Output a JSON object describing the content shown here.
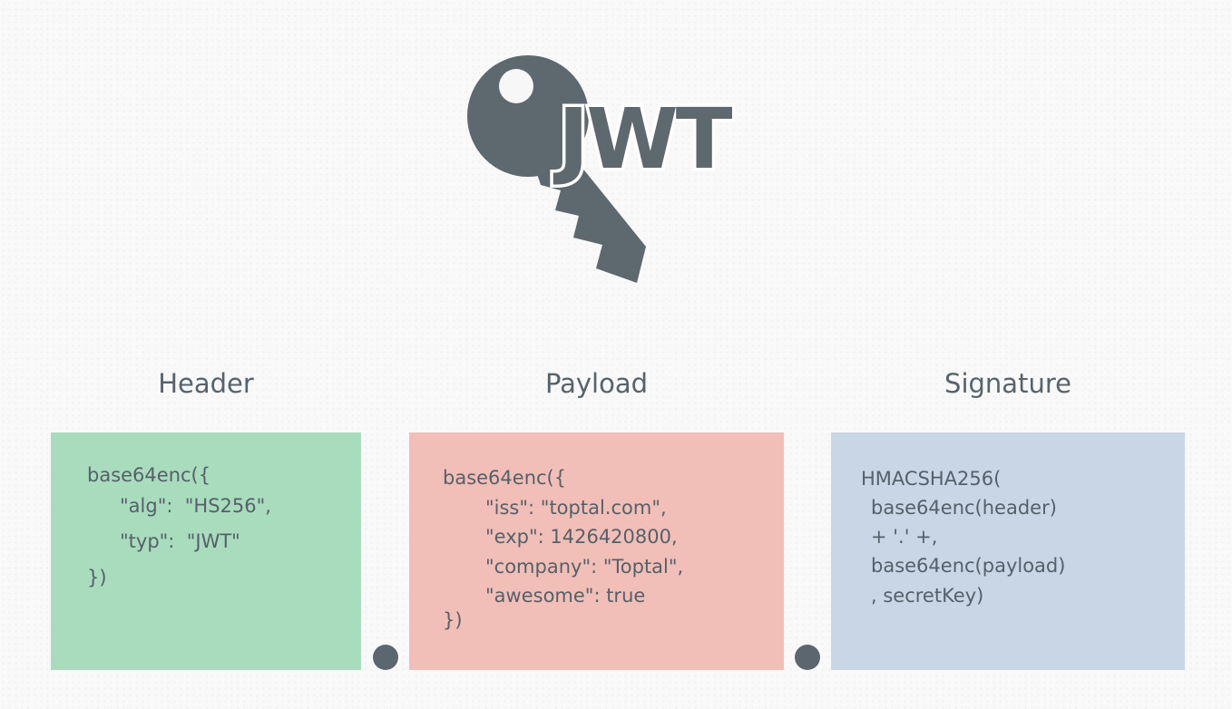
{
  "logo": {
    "text": "JWT",
    "color": "#5e686f"
  },
  "parts": {
    "header": {
      "title": "Header",
      "color": "#a8dcbd",
      "lines": [
        "base64enc({",
        "\"alg\":  \"HS256\",",
        "\"typ\":  \"JWT\"",
        "})"
      ]
    },
    "payload": {
      "title": "Payload",
      "color": "#f1bfb7",
      "lines": [
        "base64enc({",
        "\"iss\": \"toptal.com\",",
        "\"exp\": 1426420800,",
        "\"company\": \"Toptal\",",
        "\"awesome\": true",
        "})"
      ]
    },
    "signature": {
      "title": "Signature",
      "color": "#c9d6e6",
      "lines": [
        "HMACSHA256(",
        "base64enc(header)",
        "+ '.' +,",
        "base64enc(payload)",
        ", secretKey)"
      ]
    }
  },
  "separators": {
    "dot_color": "#5b666e"
  }
}
